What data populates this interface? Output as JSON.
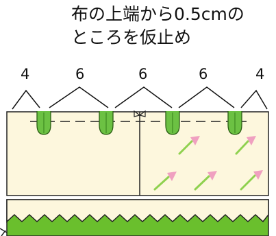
{
  "instruction": {
    "line1": "布の上端から0.5cmの",
    "line2": "ところを仮止め"
  },
  "spacing_labels": [
    "4",
    "6",
    "6",
    "6",
    "4"
  ],
  "colors": {
    "fabric_fill": "#fdf7dd",
    "loop_green": "#6cc143",
    "loop_green_dark": "#3f8a22",
    "flower_pink": "#f0a0c0",
    "stem_green": "#8fd14f",
    "bottom_band": "#6abf2d",
    "outline": "#222222"
  }
}
